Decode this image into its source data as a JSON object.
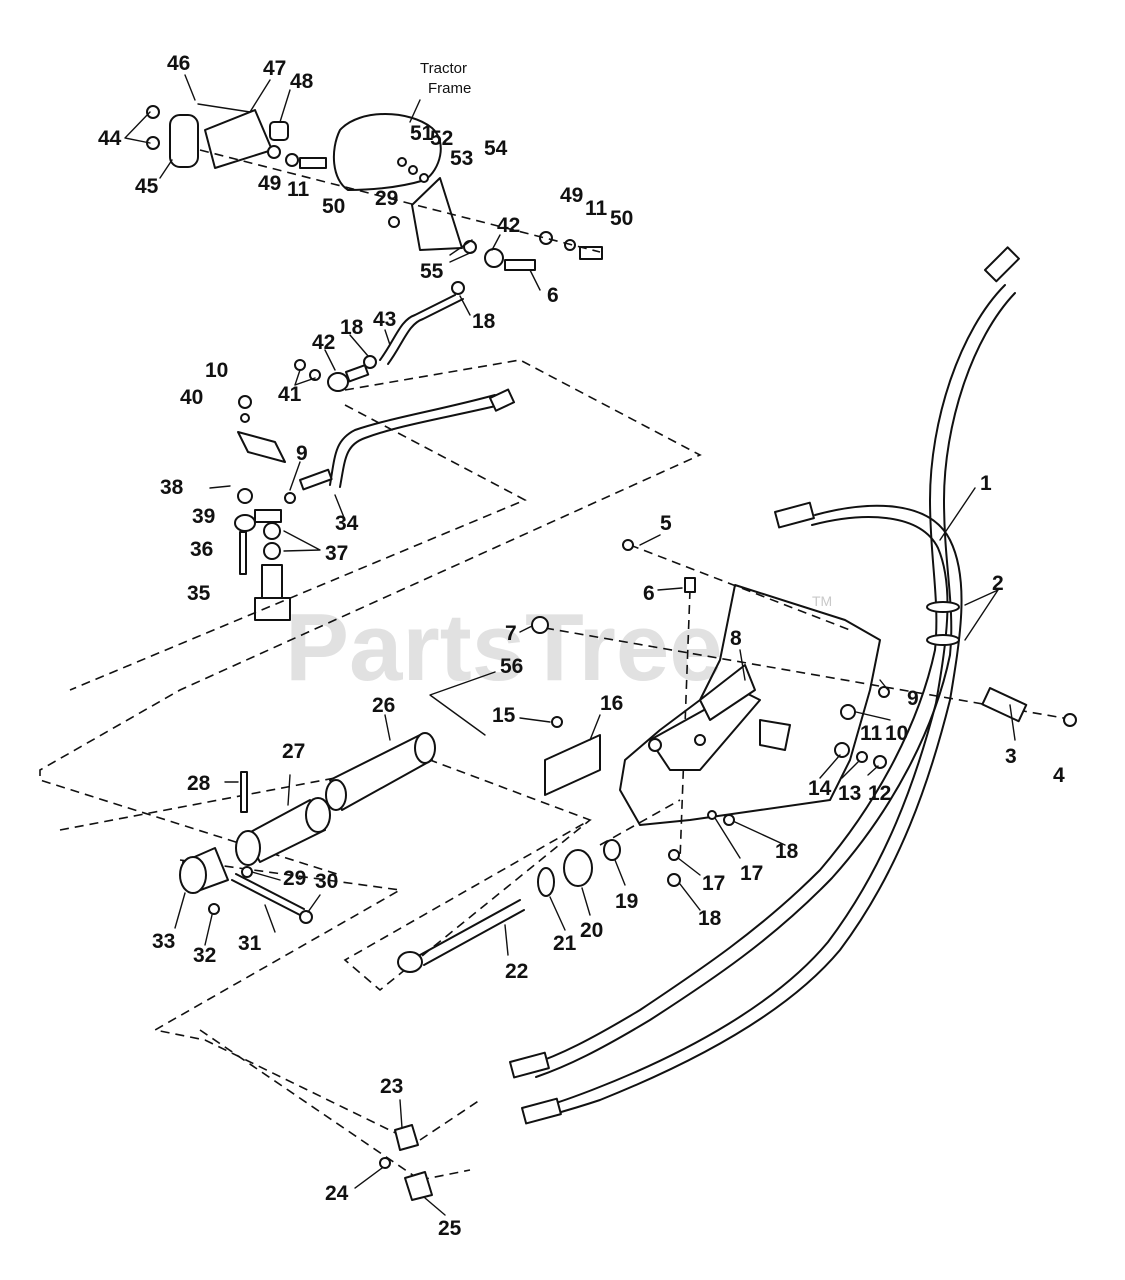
{
  "diagram": {
    "frame_label": "Tractor\nFrame",
    "watermark": "PartsTree",
    "watermark_tm": "TM",
    "callouts": [
      "1",
      "2",
      "3",
      "4",
      "5",
      "6",
      "6",
      "7",
      "8",
      "9",
      "9",
      "10",
      "10",
      "11",
      "11",
      "11",
      "12",
      "13",
      "14",
      "15",
      "16",
      "17",
      "17",
      "18",
      "18",
      "18",
      "18",
      "19",
      "20",
      "21",
      "22",
      "23",
      "24",
      "25",
      "26",
      "27",
      "28",
      "29",
      "29",
      "30",
      "31",
      "32",
      "33",
      "34",
      "35",
      "36",
      "37",
      "38",
      "39",
      "40",
      "41",
      "42",
      "42",
      "43",
      "44",
      "45",
      "46",
      "47",
      "48",
      "49",
      "49",
      "50",
      "50",
      "51",
      "52",
      "53",
      "54",
      "55",
      "56"
    ]
  }
}
